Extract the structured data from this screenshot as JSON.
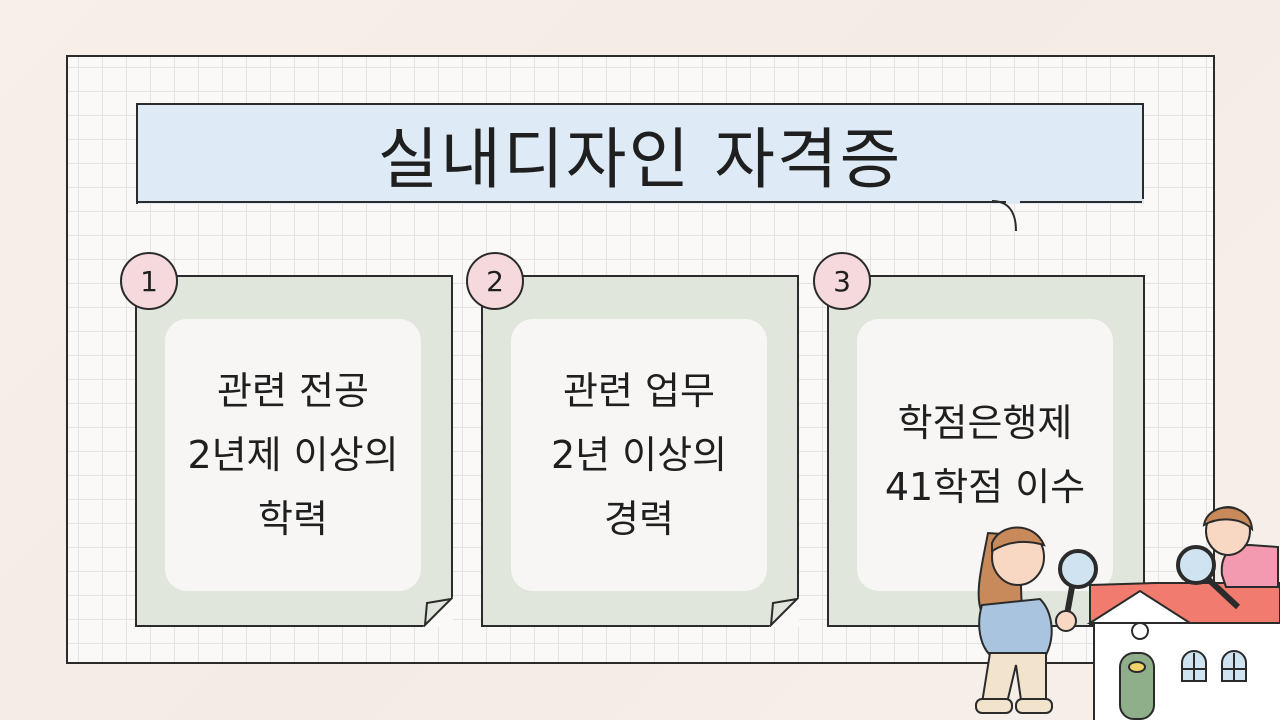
{
  "title": "실내디자인 자격증",
  "cards": [
    {
      "number": "1",
      "text": "관련 전공\n2년제 이상의\n학력"
    },
    {
      "number": "2",
      "text": "관련 업무\n2년 이상의\n경력"
    },
    {
      "number": "3",
      "text": "학점은행제\n41학점 이수"
    }
  ],
  "colors": {
    "title_bg": "#deebf6",
    "card_bg": "#e0e6db",
    "card_inner": "#f7f6f4",
    "badge_bg": "#f6d9dc",
    "outline": "#2b2b2b"
  },
  "icons": [
    "house-illustration",
    "person-with-magnifier-illustration",
    "child-with-magnifier-illustration",
    "page-fold-icon"
  ]
}
